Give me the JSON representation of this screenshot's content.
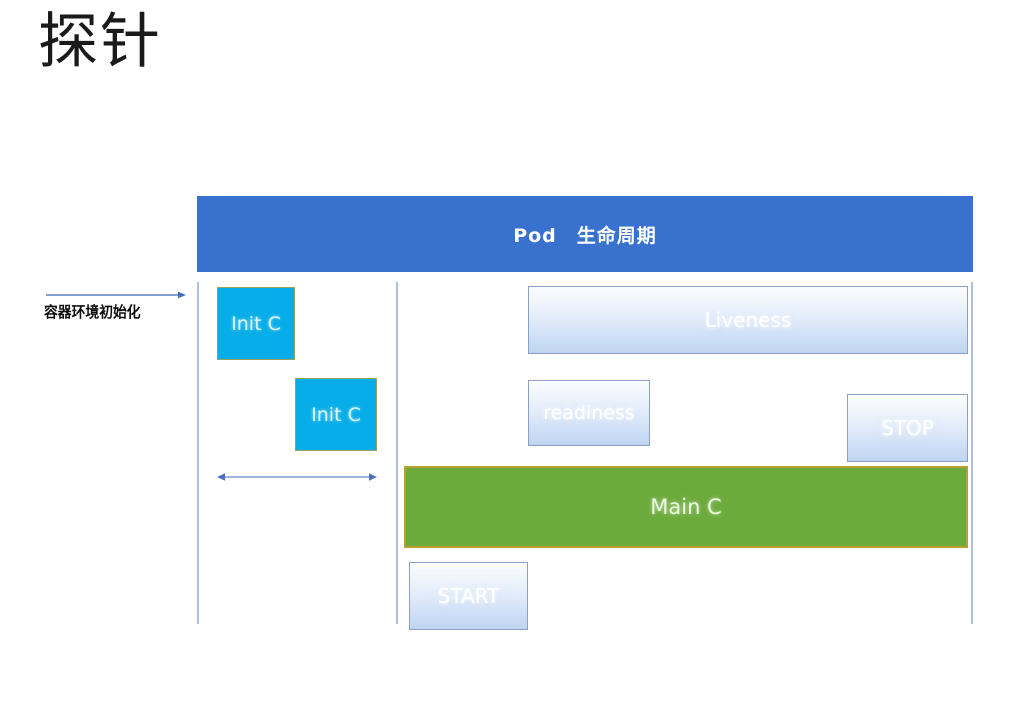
{
  "slide": {
    "title": "探针"
  },
  "annotation": {
    "label": "容器环境初始化",
    "arrow_icon": "arrow-right-icon"
  },
  "diagram": {
    "header": {
      "title": "Pod　生命周期"
    },
    "rails": [
      {
        "name": "rail-left"
      },
      {
        "name": "rail-middle"
      },
      {
        "name": "rail-right"
      }
    ],
    "init_containers": [
      {
        "label": "Init C"
      },
      {
        "label": "Init C"
      }
    ],
    "init_span_arrow": {
      "icon": "double-headed-arrow-icon"
    },
    "probes": [
      {
        "label": "Liveness"
      },
      {
        "label": "readiness"
      }
    ],
    "lifecycle_hooks": [
      {
        "label": "START"
      },
      {
        "label": "STOP"
      }
    ],
    "main_container": {
      "label": "Main C"
    }
  },
  "colors": {
    "header_blue": "#3871ce",
    "init_cyan": "#06ade9",
    "init_border": "#9aa35c",
    "main_green": "#6caa3c",
    "main_border": "#b9a033",
    "glass_border": "#8c9fc4",
    "rail": "#aebede",
    "arrow": "#5b7fc4",
    "background": "#ffffff"
  }
}
